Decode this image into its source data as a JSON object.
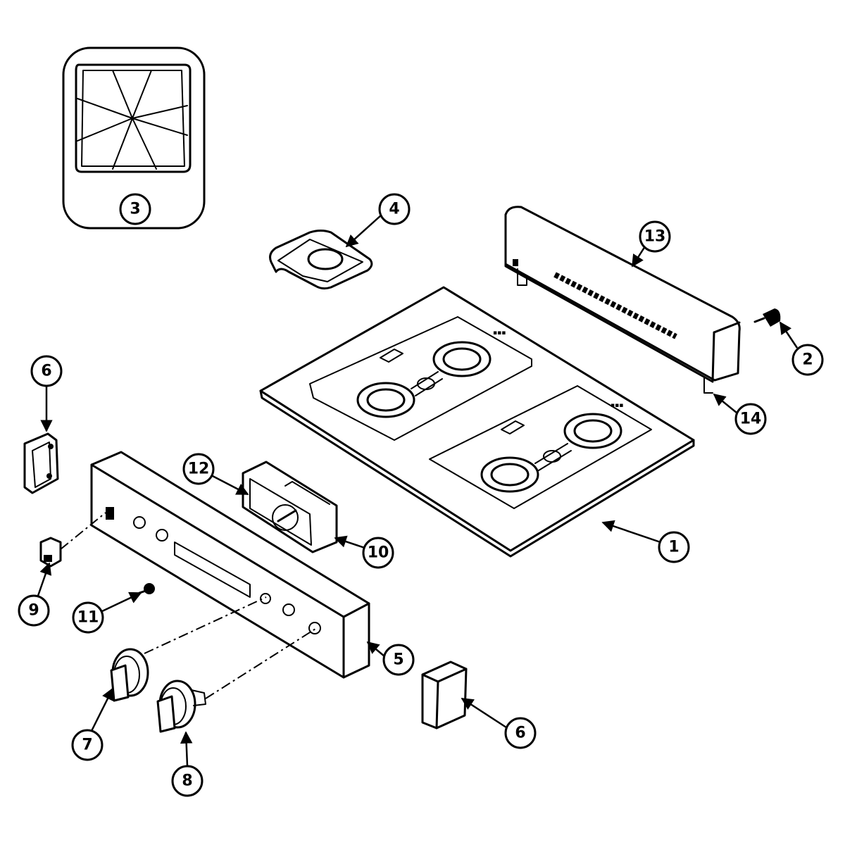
{
  "callouts": {
    "p1": "1",
    "p2": "2",
    "p3": "3",
    "p4": "4",
    "p5": "5",
    "p6a": "6",
    "p6b": "6",
    "p7": "7",
    "p8": "8",
    "p9": "9",
    "p10": "10",
    "p11": "11",
    "p12": "12",
    "p13": "13",
    "p14": "14"
  },
  "icons": {
    "callout-arrow": "arrow-head",
    "grate": "burner-grate-icon",
    "knob": "control-knob-icon"
  }
}
